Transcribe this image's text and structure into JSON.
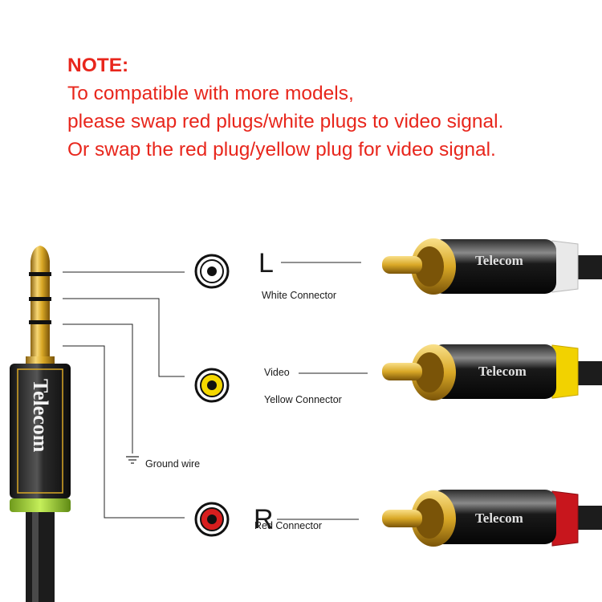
{
  "note": {
    "heading": "NOTE:",
    "lines": [
      "To compatible with more models,",
      "please swap red plugs/white plugs to video signal.",
      "Or swap the red plug/yellow plug for video signal."
    ]
  },
  "jack": {
    "brand": "Telecom"
  },
  "connectors": [
    {
      "letter": "L",
      "label": "White Connector",
      "color": "#f2f2f2",
      "ring_color": "#ffffff"
    },
    {
      "letter": "Video",
      "label": "Yellow Connector",
      "color": "#f2d200",
      "ring_color": "#f5d800"
    },
    {
      "letter": "R",
      "label": "Red Connector",
      "color": "#c8161d",
      "ring_color": "#d81e1e"
    }
  ],
  "ground": {
    "label": "Ground wire"
  },
  "plugs": [
    {
      "brand": "Telecom",
      "collar_color": "#e9e9e9"
    },
    {
      "brand": "Telecom",
      "collar_color": "#f2d200"
    },
    {
      "brand": "Telecom",
      "collar_color": "#c8161d"
    }
  ],
  "colors": {
    "note_text": "#e8261c",
    "gold": "#d9a826",
    "cable": "#222222",
    "jack_band": "#a8d93a"
  }
}
